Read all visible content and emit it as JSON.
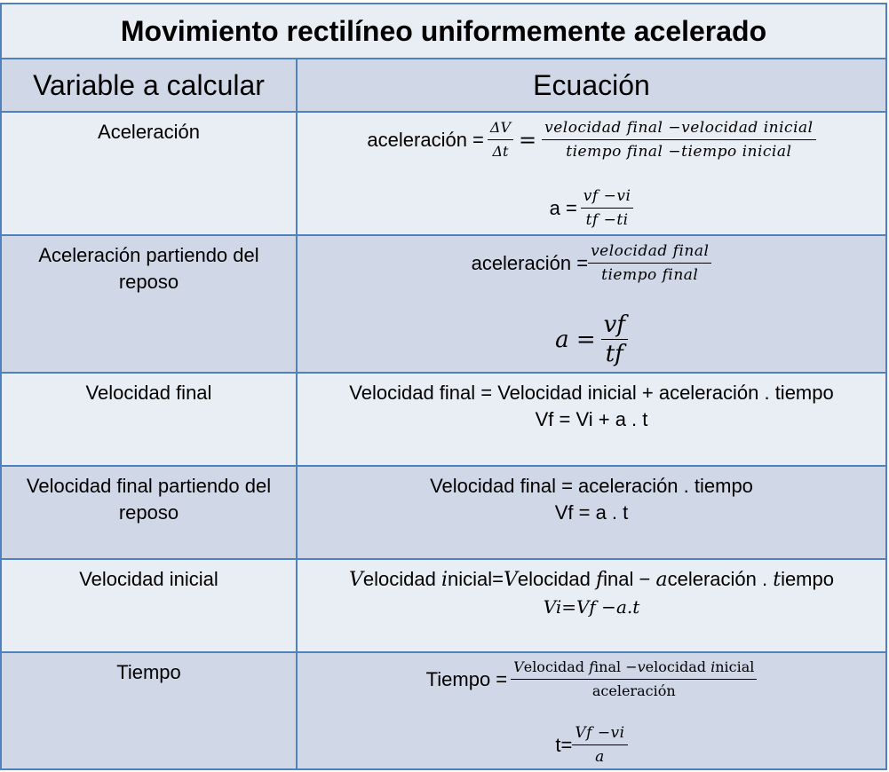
{
  "title": "Movimiento rectilíneo uniformemente acelerado",
  "header": {
    "variable": "Variable a calcular",
    "equation": "Ecuación"
  },
  "rows": [
    {
      "variable": "Aceleración",
      "equation": {
        "lhs": "aceleración =",
        "ratio_num": "ΔV",
        "ratio_den": "Δt",
        "equals": "=",
        "num": "velocidad final −velocidad inicial",
        "den": "tiempo final −tiempo inicial",
        "short_lhs": "a =",
        "short_num": "vf −vi",
        "short_den": "tf −ti"
      }
    },
    {
      "variable": "Aceleración partiendo del reposo",
      "equation": {
        "lhs": "aceleración =",
        "num": "velocidad final",
        "den": "tiempo final",
        "short_lhs": "a =",
        "short_num": "vf",
        "short_den": "tf"
      }
    },
    {
      "variable": "Velocidad final",
      "equation": {
        "lines": [
          "Velocidad final = Velocidad inicial + aceleración . tiempo",
          "Vf = Vi + a . t"
        ]
      }
    },
    {
      "variable": "Velocidad final partiendo del reposo",
      "equation": {
        "lines": [
          "Velocidad final = aceleración . tiempo",
          "Vf = a . t"
        ]
      }
    },
    {
      "variable": "Velocidad inicial",
      "equation": {
        "line1_segments": [
          "V",
          "elocidad ",
          "i",
          "nicial=",
          "V",
          "elocidad ",
          "f",
          "inal − ",
          "a",
          "celeración . ",
          "t",
          "iempo"
        ],
        "line2": "Vi=Vf −a.t"
      }
    },
    {
      "variable": "Tiempo",
      "equation": {
        "lhs": "Tiempo =",
        "num_segments": [
          "V",
          "elocidad ",
          "f",
          "inal −",
          "v",
          "elocidad ",
          "i",
          "nicial"
        ],
        "den": "aceleración",
        "short_lhs": "t=",
        "short_num": "Vf −vi",
        "short_den": "a"
      }
    }
  ],
  "colors": {
    "border": "#4f81bd",
    "row_light": "#e9edf4",
    "row_dark": "#d0d8e8",
    "text": "#000000"
  }
}
